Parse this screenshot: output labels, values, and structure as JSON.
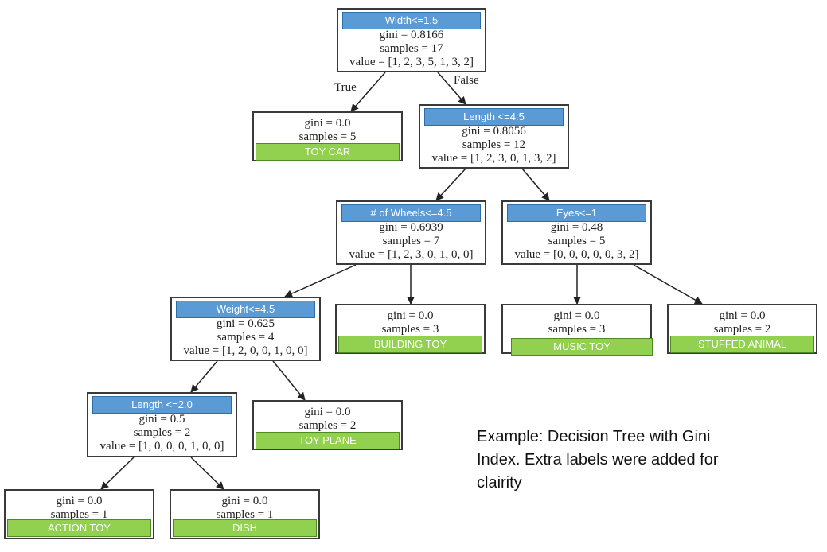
{
  "tree": {
    "root": {
      "header": "Width<=1.5",
      "gini": "gini = 0.8166",
      "samples": "samples = 17",
      "value": "value = [1, 2, 3, 5, 1, 3, 2]"
    },
    "toy_car": {
      "gini": "gini = 0.0",
      "samples": "samples = 5",
      "label": "TOY CAR"
    },
    "length_45": {
      "header": "Length <=4.5",
      "gini": "gini = 0.8056",
      "samples": "samples = 12",
      "value": "value = [1, 2, 3, 0, 1, 3, 2]"
    },
    "wheels": {
      "header": "# of  Wheels<=4.5",
      "gini": "gini = 0.6939",
      "samples": "samples = 7",
      "value": "value = [1, 2, 3, 0, 1, 0, 0]"
    },
    "eyes": {
      "header": "Eyes<=1",
      "gini": "gini = 0.48",
      "samples": "samples = 5",
      "value": "value = [0, 0, 0, 0, 0, 3, 2]"
    },
    "weight": {
      "header": "Weight<=4.5",
      "gini": "gini = 0.625",
      "samples": "samples = 4",
      "value": "value = [1, 2, 0, 0, 1, 0, 0]"
    },
    "building_toy": {
      "gini": "gini = 0.0",
      "samples": "samples = 3",
      "label": "BUILDING TOY"
    },
    "music_toy": {
      "gini": "gini = 0.0",
      "samples": "samples = 3",
      "label": "MUSIC TOY"
    },
    "stuffed_animal": {
      "gini": "gini = 0.0",
      "samples": "samples = 2",
      "label": "STUFFED ANIMAL"
    },
    "length_20": {
      "header": "Length <=2.0",
      "gini": "gini = 0.5",
      "samples": "samples = 2",
      "value": "value = [1, 0, 0, 0, 1, 0, 0]"
    },
    "toy_plane": {
      "gini": "gini = 0.0",
      "samples": "samples = 2",
      "label": "TOY PLANE"
    },
    "action_toy": {
      "gini": "gini = 0.0",
      "samples": "samples = 1",
      "label": "ACTION TOY"
    },
    "dish": {
      "gini": "gini = 0.0",
      "samples": "samples = 1",
      "label": "DISH"
    }
  },
  "edge_labels": {
    "true": "True",
    "false": "False"
  },
  "caption": "Example: Decision Tree with Gini Index.  Extra labels were added for clairity",
  "colors": {
    "split_header": "#5b9bd5",
    "leaf_label": "#92d050",
    "border": "#3a3a3a"
  }
}
